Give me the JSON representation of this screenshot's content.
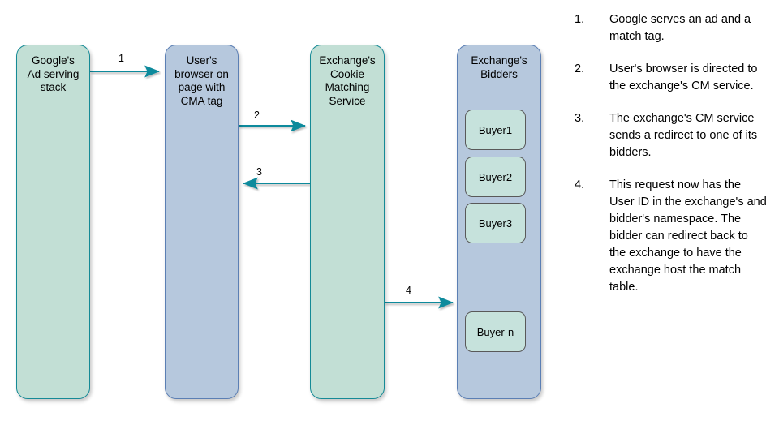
{
  "diagram": {
    "columns": [
      {
        "id": "google",
        "label": "Google's\nAd serving\nstack",
        "fill": "#c2dfd5",
        "stroke": "#158a96"
      },
      {
        "id": "browser",
        "label": "User's\nbrowser on\npage with\nCMA tag",
        "fill": "#b6c8dd",
        "stroke": "#5b7fb4"
      },
      {
        "id": "cms",
        "label": "Exchange's\nCookie\nMatching\nService",
        "fill": "#c2dfd5",
        "stroke": "#158a96"
      },
      {
        "id": "bidders",
        "label": "Exchange's\nBidders",
        "fill": "#b6c8dd",
        "stroke": "#5b7fb4"
      }
    ],
    "buyers": [
      {
        "id": "buyer-1",
        "label": "Buyer1"
      },
      {
        "id": "buyer-2",
        "label": "Buyer2"
      },
      {
        "id": "buyer-3",
        "label": "Buyer3"
      },
      {
        "id": "buyer-n",
        "label": "Buyer-n"
      }
    ],
    "arrows": [
      {
        "id": "arrow-1",
        "label": "1",
        "from": "google",
        "to": "browser",
        "direction": "right"
      },
      {
        "id": "arrow-2",
        "label": "2",
        "from": "browser",
        "to": "cms",
        "direction": "right"
      },
      {
        "id": "arrow-3",
        "label": "3",
        "from": "cms",
        "to": "browser",
        "direction": "left"
      },
      {
        "id": "arrow-4",
        "label": "4",
        "from": "cms",
        "to": "bidders",
        "direction": "right"
      }
    ],
    "arrow_color": "#0f8a9c"
  },
  "steps": [
    {
      "num": "1.",
      "text": "Google serves an ad and a match tag."
    },
    {
      "num": "2.",
      "text": "User's browser is directed to the exchange's CM service."
    },
    {
      "num": "3.",
      "text": "The exchange's CM service sends a redirect to one of its bidders."
    },
    {
      "num": "4.",
      "text": "This request now has the User ID in the exchange's and bidder's namespace. The bidder can redirect back to the exchange to have the exchange host the match table."
    }
  ]
}
